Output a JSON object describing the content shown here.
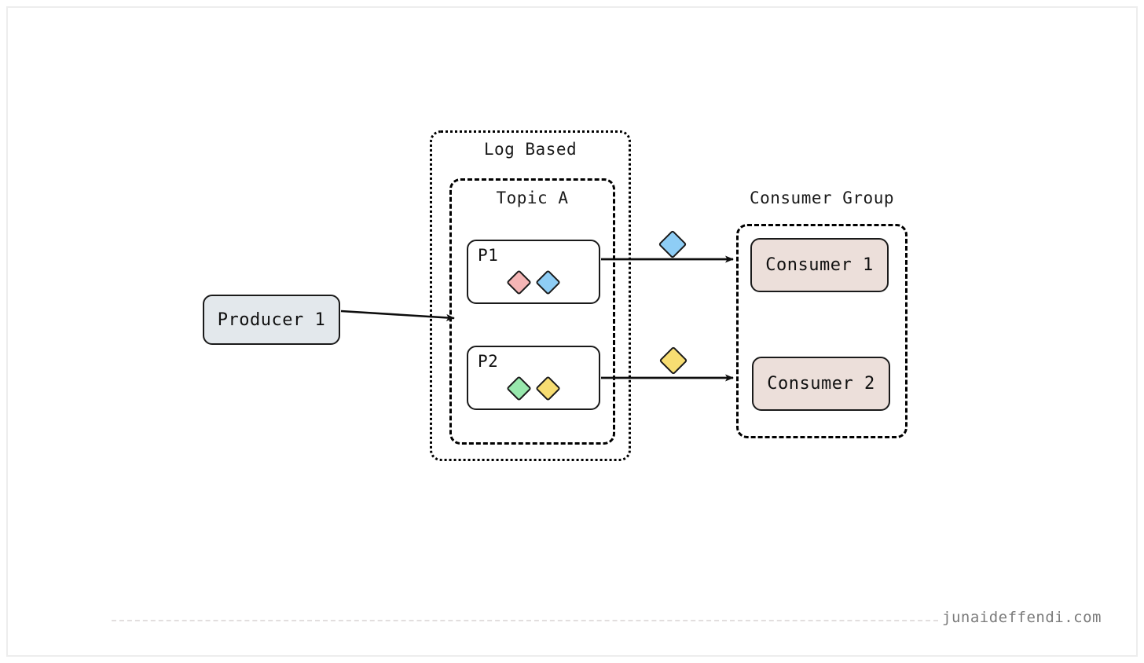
{
  "diagram": {
    "title_visible": false,
    "type": "log-based-messaging-architecture",
    "producer": {
      "label": "Producer 1",
      "fill": "#e3e8ec"
    },
    "log_based": {
      "label": "Log Based",
      "border_style": "dotted"
    },
    "topic": {
      "label": "Topic A",
      "border_style": "dashed",
      "partitions": [
        {
          "label": "P1",
          "messages": [
            {
              "name": "message-pink",
              "color": "#f5b5b5"
            },
            {
              "name": "message-blue",
              "color": "#8ecdf5"
            }
          ]
        },
        {
          "label": "P2",
          "messages": [
            {
              "name": "message-green",
              "color": "#98e8ad"
            },
            {
              "name": "message-yellow",
              "color": "#f7dd72"
            }
          ]
        }
      ]
    },
    "consumer_group": {
      "label": "Consumer Group",
      "border_style": "dashed",
      "consumers": [
        {
          "label": "Consumer 1",
          "fill": "#ecdfda"
        },
        {
          "label": "Consumer 2",
          "fill": "#ecdfda"
        }
      ]
    },
    "flows": [
      {
        "name": "producer-to-topic",
        "from": "Producer 1",
        "to": "Topic A",
        "message": null
      },
      {
        "name": "p1-to-consumer-1",
        "from": "P1",
        "to": "Consumer 1",
        "message": {
          "name": "message-blue",
          "color": "#8ecdf5"
        }
      },
      {
        "name": "p2-to-consumer-2",
        "from": "P2",
        "to": "Consumer 2",
        "message": {
          "name": "message-yellow",
          "color": "#f7dd72"
        }
      }
    ]
  },
  "footer": {
    "watermark": "junaideffendi.com"
  },
  "colors": {
    "stroke": "#1a1a1a",
    "background": "#ffffff",
    "frame": "#ededed",
    "footer_rule": "#e2dede",
    "watermark_text": "#7b7b7b"
  }
}
